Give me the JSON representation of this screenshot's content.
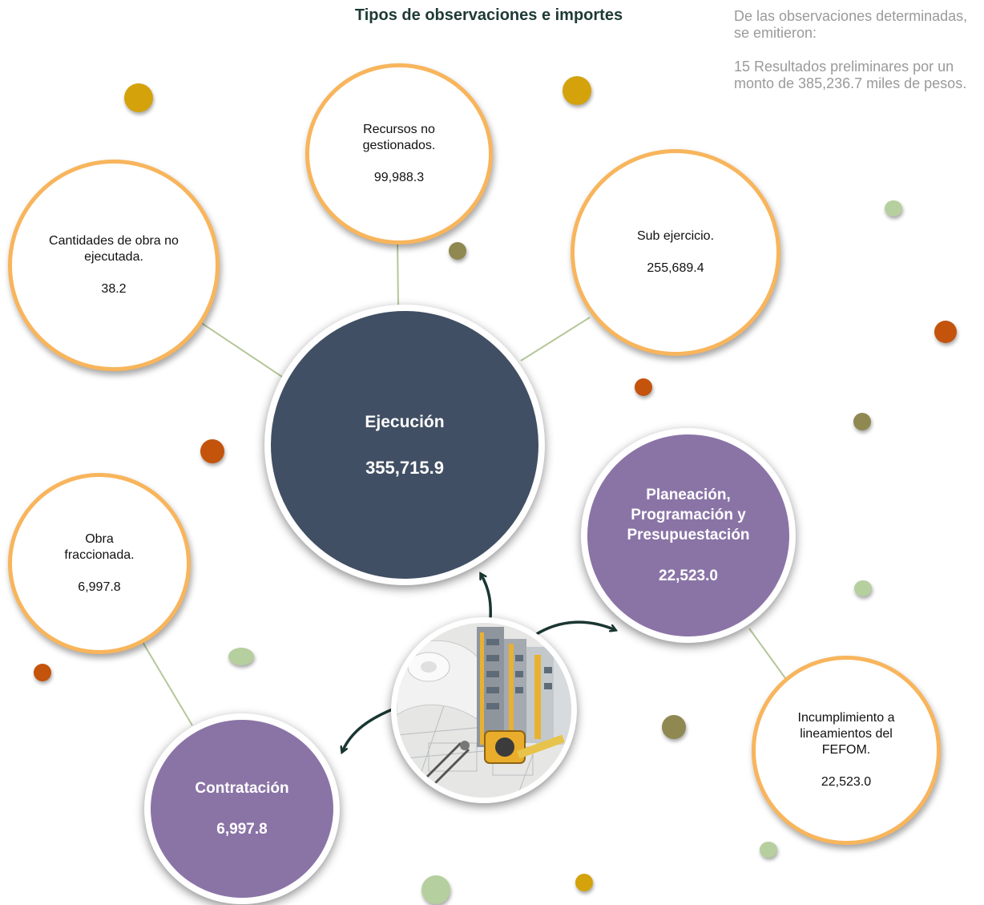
{
  "title": "Tipos de observaciones e importes",
  "note": {
    "line1": "De las observaciones determinadas, se emitieron:",
    "line2": "15 Resultados preliminares por un monto de 385,236.7 miles de pesos."
  },
  "main_nodes": {
    "ejecucion": {
      "label": "Ejecución",
      "value": "355,715.9",
      "color": "#414f64"
    },
    "planeacion": {
      "label": "Planeación, Programación y Presupuestación",
      "value": "22,523.0",
      "color": "#8a74a6"
    },
    "contratacion": {
      "label": "Contratación",
      "value": "6,997.8",
      "color": "#8a74a6"
    }
  },
  "detail_nodes": {
    "recursos": {
      "label": "Recursos no gestionados.",
      "value": "99,988.3"
    },
    "cantidades": {
      "label": "Cantidades de obra no ejecutada.",
      "value": "38.2"
    },
    "subejercicio": {
      "label": "Sub ejercicio.",
      "value": "255,689.4"
    },
    "obra": {
      "label": "Obra fraccionada.",
      "value": "6,997.8"
    },
    "incumplimiento": {
      "label": "Incumplimiento a lineamientos del FEFOM.",
      "value": "22,523.0"
    }
  },
  "colors": {
    "detail_border": "#f8b55c",
    "connector": "#b5c79a",
    "arrow": "#1b3632",
    "note_text": "#9a9a9a",
    "title_text": "#1e3a34"
  }
}
